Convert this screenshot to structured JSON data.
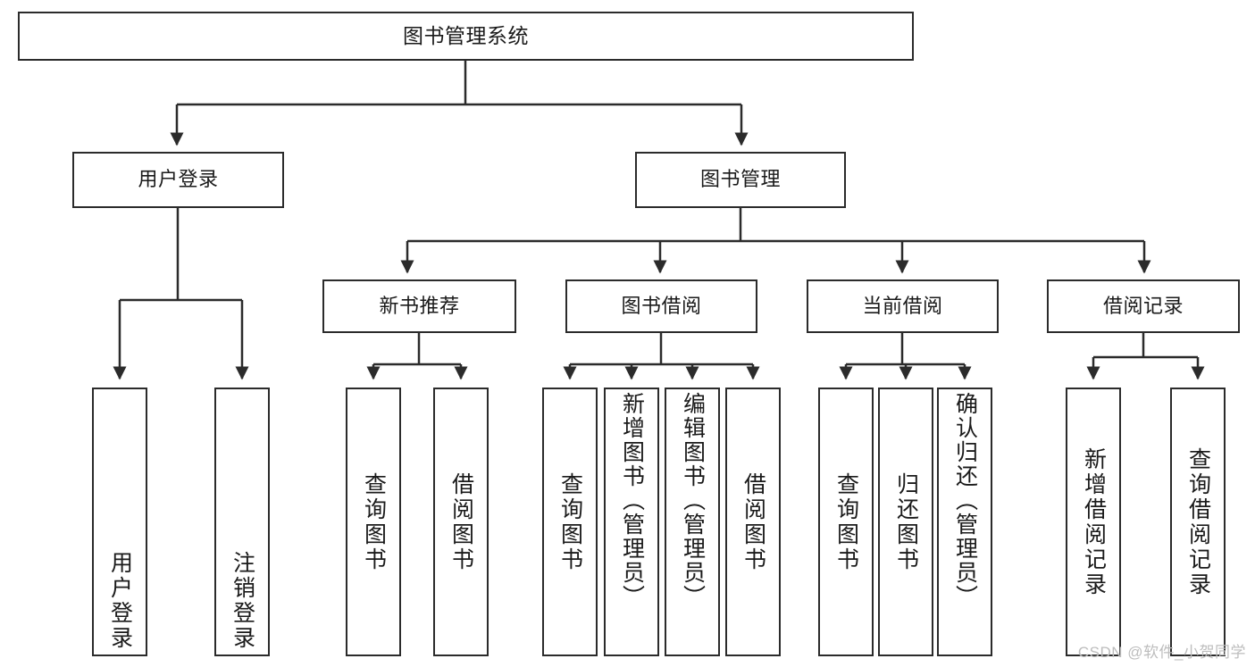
{
  "diagram": {
    "title": "图书管理系统",
    "type": "tree-hierarchy-chart",
    "watermark": "CSDN @软件_小贺同学",
    "colors": {
      "stroke": "#2b2b2b",
      "fill": "#ffffff",
      "text": "#1a1a1a",
      "watermark": "#bdbdbd"
    }
  },
  "nodes": {
    "root": {
      "label": "图书管理系统"
    },
    "level2": [
      {
        "label": "用户登录"
      },
      {
        "label": "图书管理"
      }
    ],
    "level3": [
      {
        "label": "新书推荐"
      },
      {
        "label": "图书借阅"
      },
      {
        "label": "当前借阅"
      },
      {
        "label": "借阅记录"
      }
    ],
    "leaves": {
      "user_login": [
        {
          "label": "用户登录"
        },
        {
          "label": "注销登录"
        }
      ],
      "new_book_recommend": [
        {
          "label": "查询图书"
        },
        {
          "label": "借阅图书"
        }
      ],
      "book_borrow": [
        {
          "label": "查询图书"
        },
        {
          "label": "新增图书（管理员）"
        },
        {
          "label": "编辑图书（管理员）"
        },
        {
          "label": "借阅图书"
        }
      ],
      "current_borrow": [
        {
          "label": "查询图书"
        },
        {
          "label": "归还图书"
        },
        {
          "label": "确认归还（管理员）"
        }
      ],
      "borrow_record": [
        {
          "label": "新增借阅记录"
        },
        {
          "label": "查询借阅记录"
        }
      ]
    }
  }
}
